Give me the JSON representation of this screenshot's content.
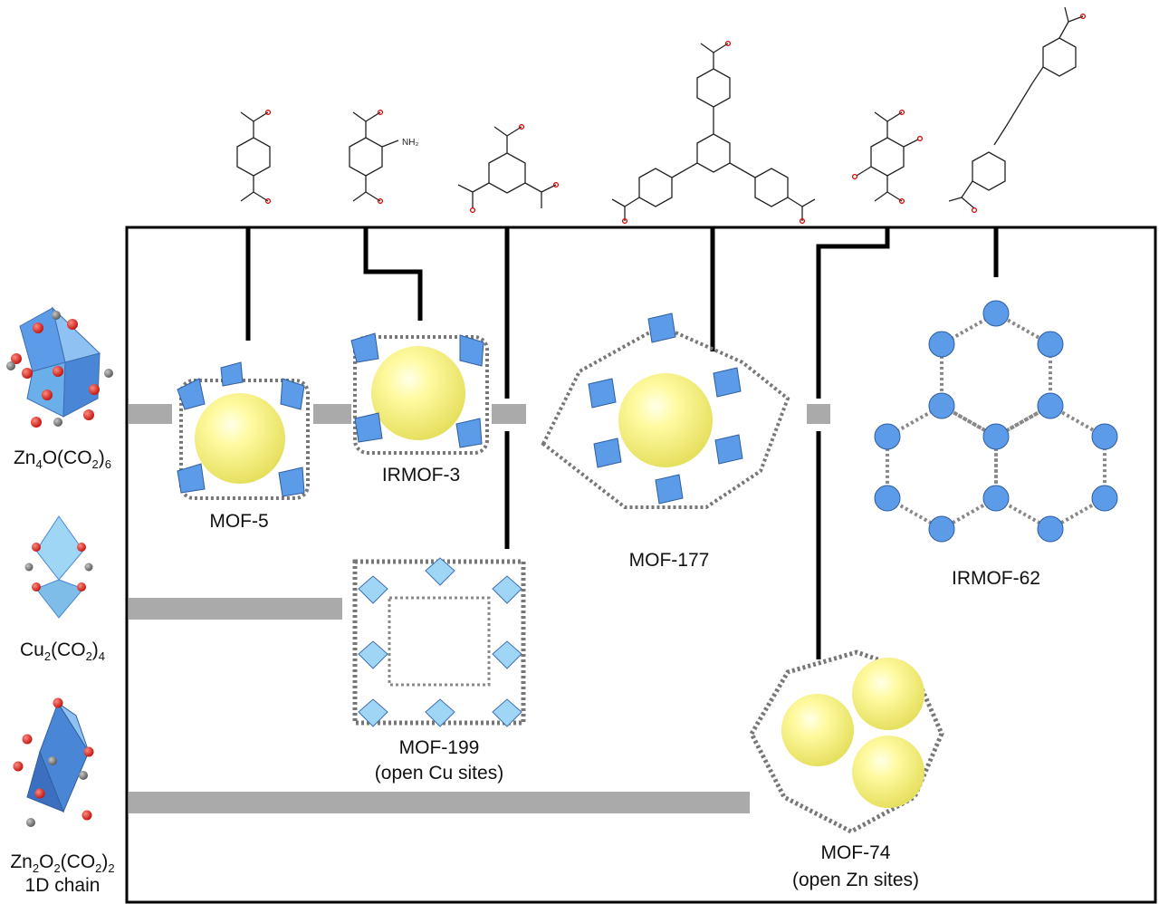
{
  "colors": {
    "frame": "#000000",
    "connector": "#000000",
    "sbu_bar": "#aaaaaa",
    "pore_sphere": "#ffff80",
    "polyhedron_blue": "#5b9be8",
    "polyhedron_light": "#9fd6f5",
    "oxygen_red": "#e0201a",
    "carbon_grey": "#7a7a7a"
  },
  "sbus": [
    {
      "id": "zn4o",
      "parts": [
        "Zn",
        "4",
        "O(CO",
        "2",
        ")",
        "6"
      ],
      "line2": ""
    },
    {
      "id": "cu2",
      "parts": [
        "Cu",
        "2",
        "(CO",
        "2",
        ")",
        "4"
      ],
      "line2": ""
    },
    {
      "id": "zn2o2",
      "parts": [
        "Zn",
        "2",
        "O",
        "2",
        "(CO",
        "2",
        ")",
        "2"
      ],
      "line2": "1D chain"
    }
  ],
  "linkers": [
    {
      "id": "bdc",
      "label": "",
      "amino": ""
    },
    {
      "id": "nh2-bdc",
      "label": "",
      "amino": "NH2"
    },
    {
      "id": "btc",
      "label": "",
      "amino": ""
    },
    {
      "id": "btb",
      "label": "",
      "amino": ""
    },
    {
      "id": "dobdc",
      "label": "",
      "amino": ""
    },
    {
      "id": "long-dicarboxylate",
      "label": "",
      "amino": ""
    }
  ],
  "mofs": [
    {
      "id": "mof5",
      "label": "MOF-5",
      "sublabel": ""
    },
    {
      "id": "irmof3",
      "label": "IRMOF-3",
      "sublabel": ""
    },
    {
      "id": "mof177",
      "label": "MOF-177",
      "sublabel": ""
    },
    {
      "id": "irmof62",
      "label": "IRMOF-62",
      "sublabel": ""
    },
    {
      "id": "mof199",
      "label": "MOF-199",
      "sublabel": "(open Cu sites)"
    },
    {
      "id": "mof74",
      "label": "MOF-74",
      "sublabel": "(open Zn sites)"
    }
  ]
}
